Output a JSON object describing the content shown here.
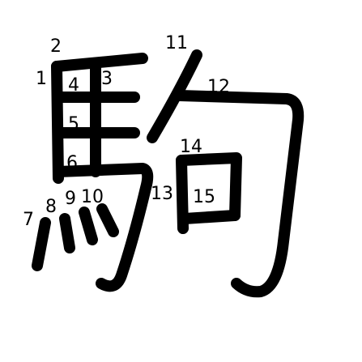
{
  "character": "駒",
  "stroke_numbers": [
    "1",
    "2",
    "3",
    "4",
    "5",
    "6",
    "7",
    "8",
    "9",
    "10",
    "11",
    "12",
    "13",
    "14",
    "15"
  ],
  "colors": {
    "stroke": "#000000",
    "background": "#ffffff"
  }
}
